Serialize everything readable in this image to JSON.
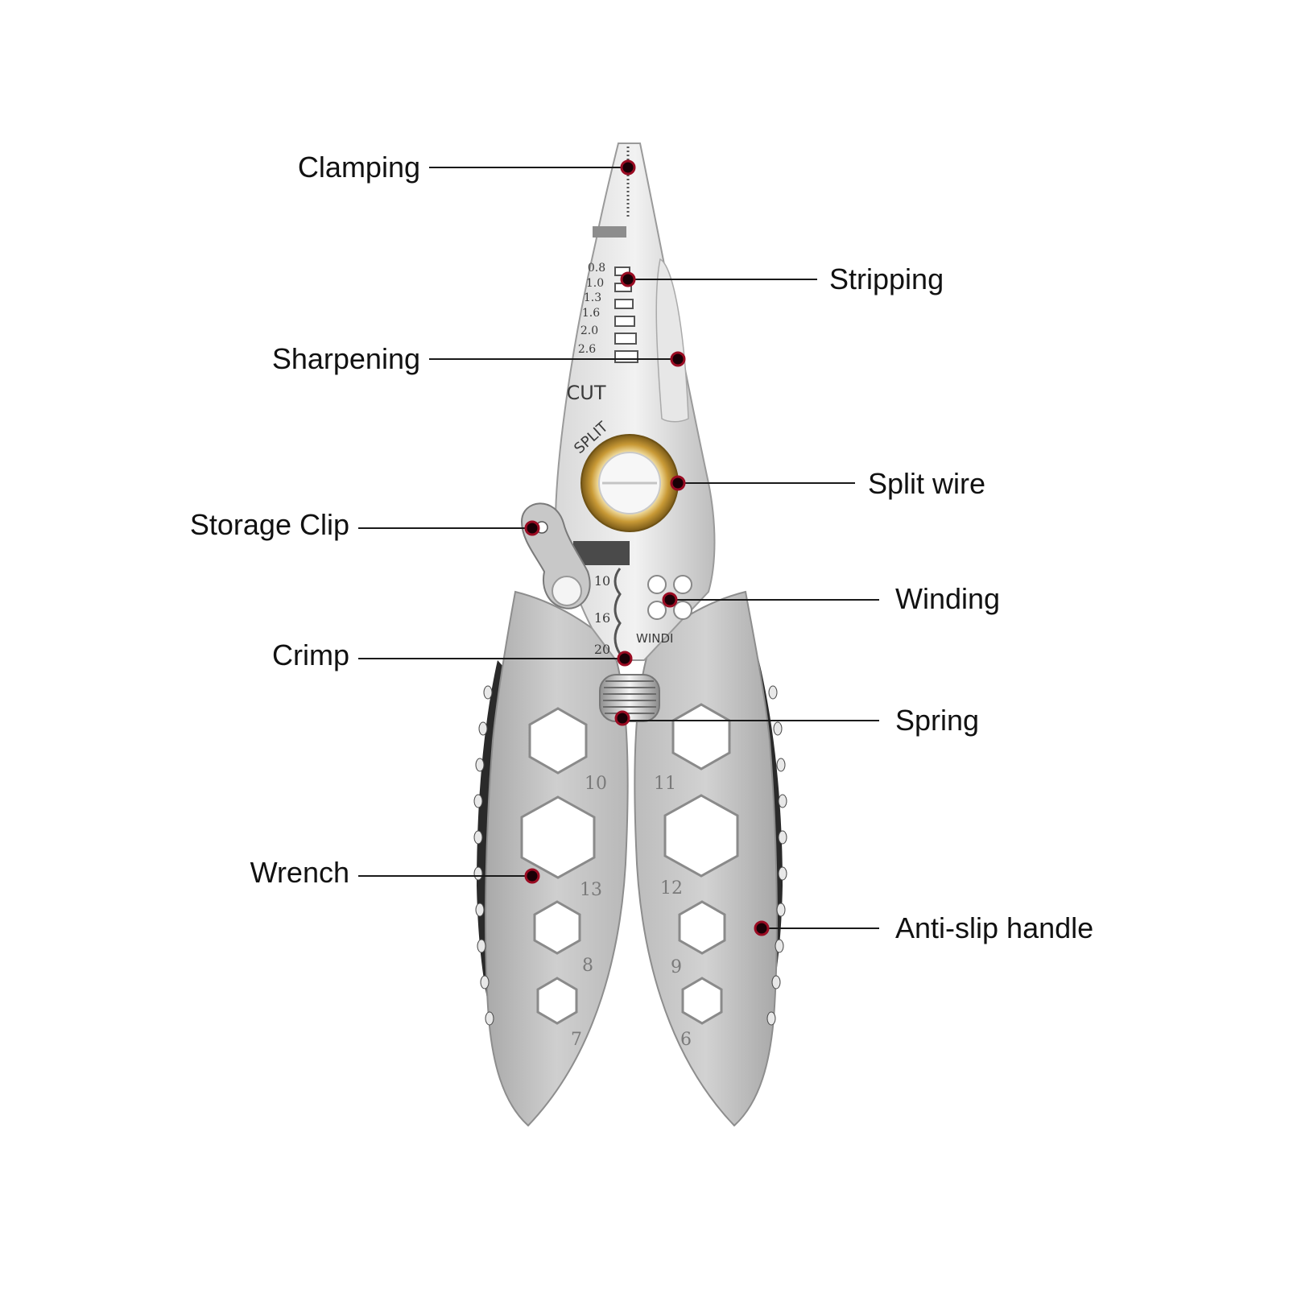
{
  "callouts": {
    "clamping": "Clamping",
    "stripping": "Stripping",
    "sharpening": "Sharpening",
    "split_wire": "Split wire",
    "storage_clip": "Storage Clip",
    "winding": "Winding",
    "crimp": "Crimp",
    "spring": "Spring",
    "wrench": "Wrench",
    "anti_slip_handle": "Anti-slip handle"
  },
  "engravings": {
    "strip_gauges": [
      "0.8",
      "1.0",
      "1.3",
      "1.6",
      "2.0",
      "2.6"
    ],
    "cut": "CUT",
    "split": "SPLIT",
    "crimp_gauges": [
      "10",
      "16",
      "20"
    ],
    "winding": "WINDI"
  },
  "wrench_sizes": {
    "left": [
      "10",
      "13",
      "8",
      "7"
    ],
    "right": [
      "11",
      "12",
      "9",
      "6"
    ]
  },
  "colors": {
    "steel": "#c9c9c9",
    "handle_grip": "#2a2a2a",
    "brass": "#b8892a",
    "callout_dot": "#9a0b22"
  }
}
